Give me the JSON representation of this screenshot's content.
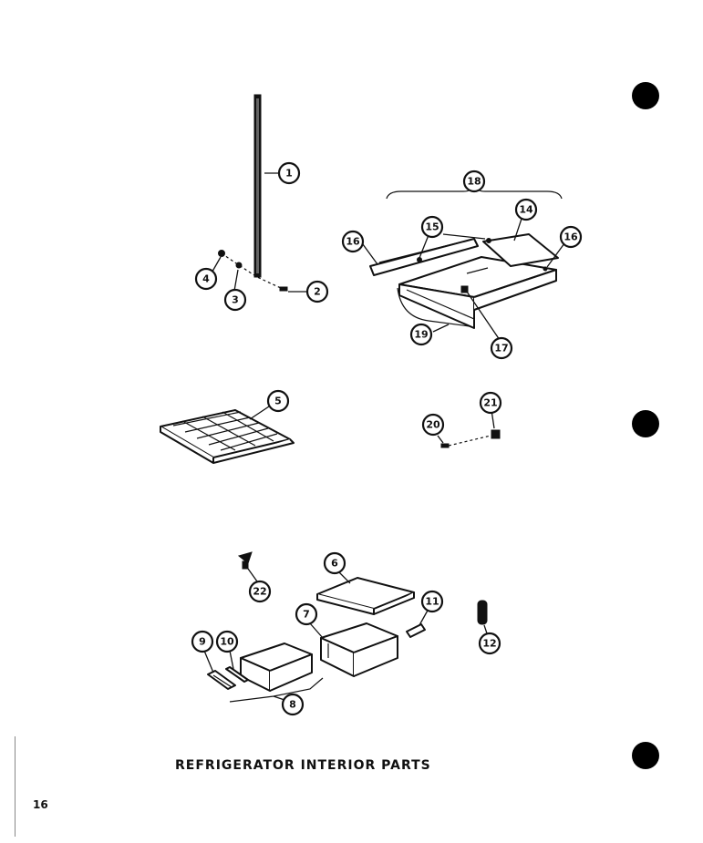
{
  "title": "REFRIGERATOR INTERIOR PARTS",
  "page_number": "16",
  "callouts": [
    "1",
    "2",
    "3",
    "4",
    "5",
    "6",
    "7",
    "8",
    "9",
    "10",
    "11",
    "12",
    "14",
    "15",
    "16",
    "16",
    "17",
    "18",
    "19",
    "20",
    "21",
    "22"
  ]
}
